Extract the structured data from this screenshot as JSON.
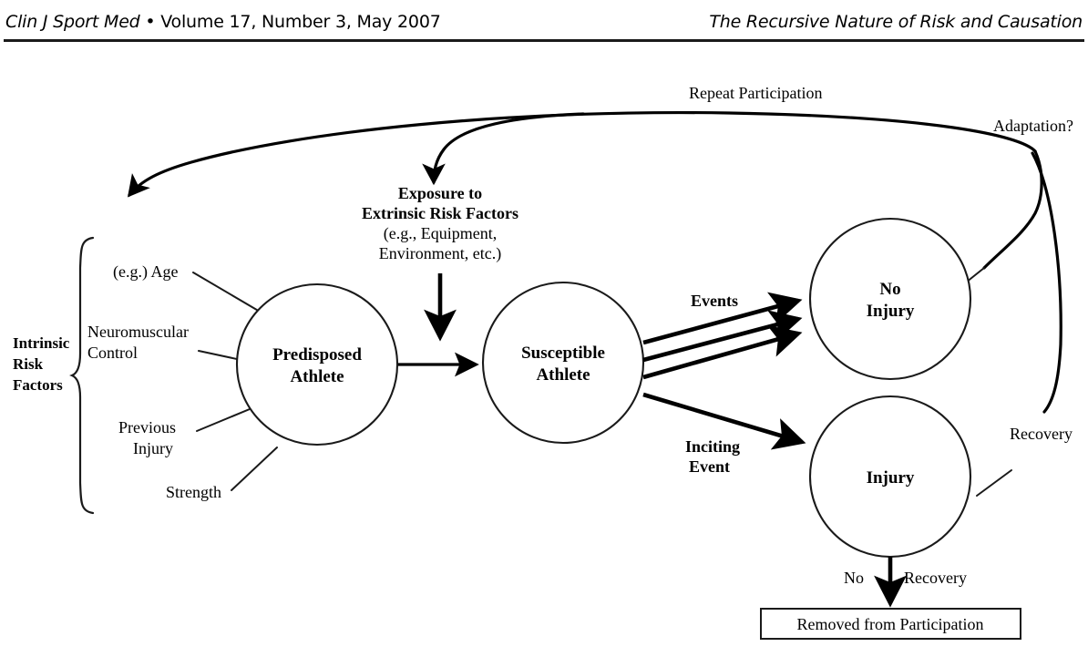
{
  "running_head": {
    "left_journal": "Clin J Sport Med",
    "left_rest": " • Volume 17, Number 3, May 2007",
    "right_title": "The Recursive Nature of Risk and Causation"
  },
  "diagram": {
    "type": "flow-diagram",
    "title": "Recursive model of risk and causation in athletic injury",
    "nodes": [
      {
        "id": "predisposed",
        "label_line1": "Predisposed",
        "label_line2": "Athlete",
        "shape": "circle"
      },
      {
        "id": "susceptible",
        "label_line1": "Susceptible",
        "label_line2": "Athlete",
        "shape": "circle"
      },
      {
        "id": "no-injury",
        "label_line1": "No",
        "label_line2": "Injury",
        "shape": "circle"
      },
      {
        "id": "injury",
        "label_line1": "Injury",
        "label_line2": "",
        "shape": "circle"
      },
      {
        "id": "removed",
        "label_line1": "Removed from Participation",
        "label_line2": "",
        "shape": "box"
      }
    ],
    "intrinsic": {
      "group_label_line1": "Intrinsic",
      "group_label_line2": "Risk",
      "group_label_line3": "Factors",
      "factors": [
        {
          "line1": "(e.g.) Age",
          "line2": ""
        },
        {
          "line1": "Neuromuscular",
          "line2": "Control"
        },
        {
          "line1": "Previous",
          "line2": "Injury"
        },
        {
          "line1": "Strength",
          "line2": ""
        }
      ]
    },
    "extrinsic": {
      "line1": "Exposure to",
      "line2": "Extrinsic Risk Factors",
      "line3": "(e.g., Equipment,",
      "line4": "Environment, etc.)"
    },
    "edge_labels": {
      "repeat_participation": "Repeat Participation",
      "adaptation": "Adaptation?",
      "events": "Events",
      "inciting_event_line1": "Inciting",
      "inciting_event_line2": "Event",
      "recovery": "Recovery",
      "no_recovery_left": "No",
      "no_recovery_right": "Recovery"
    }
  },
  "colors": {
    "ink": "#1a1a1a",
    "page": "#ffffff",
    "rule": "#1b1b1b"
  }
}
